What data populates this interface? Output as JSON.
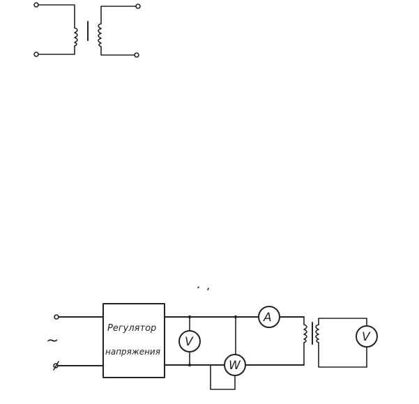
{
  "top_figure": {
    "component": "transformer"
  },
  "bottom_figure": {
    "source_symbol": "~",
    "regulator_label_line1": "Регулятор",
    "regulator_label_line2": "напряжения",
    "meters": {
      "voltmeter_primary": "V",
      "ammeter": "A",
      "wattmeter": "W",
      "voltmeter_secondary": "V"
    }
  }
}
